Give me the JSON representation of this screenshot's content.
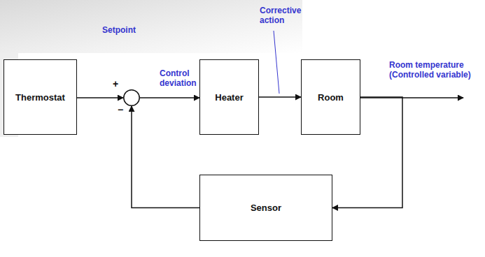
{
  "diagram": {
    "nodes": [
      {
        "text": [
          "Thermostat"
        ]
      },
      {
        "text": [
          "+",
          "−"
        ]
      },
      {
        "text": [
          "Heater"
        ]
      },
      {
        "text": [
          "Room"
        ]
      },
      {
        "text": [
          "Sensor"
        ]
      }
    ],
    "edges": [
      {
        "from": 0,
        "to": 1,
        "arrow": "to",
        "label": "Setpoint"
      },
      {
        "from": 1,
        "to": 2,
        "arrow": "to",
        "label": "Control deviation"
      },
      {
        "from": 2,
        "to": 3,
        "arrow": "to",
        "label": "Corrective action"
      },
      {
        "from": 3,
        "to": 4,
        "arrow": "to"
      },
      {
        "from": 4,
        "to": 1,
        "arrow": "to"
      }
    ],
    "labels": [
      "Room temperature (Controlled variable)"
    ]
  }
}
